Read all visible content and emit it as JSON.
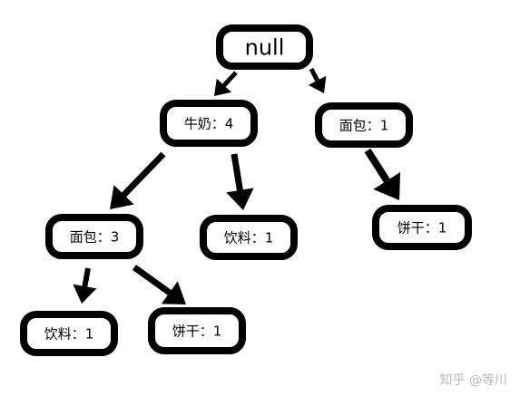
{
  "tree": {
    "nodes": [
      {
        "id": "root",
        "label": "null"
      },
      {
        "id": "milk",
        "label": "牛奶：4"
      },
      {
        "id": "bread-top",
        "label": "面包：1"
      },
      {
        "id": "bread-left",
        "label": "面包：3"
      },
      {
        "id": "drink-mid",
        "label": "饮料：1"
      },
      {
        "id": "biscuit-right",
        "label": "饼干：1"
      },
      {
        "id": "drink-bottom",
        "label": "饮料：1"
      },
      {
        "id": "biscuit-bottom",
        "label": "饼干：1"
      }
    ],
    "edges": [
      {
        "from": "root",
        "to": "milk"
      },
      {
        "from": "root",
        "to": "bread-top"
      },
      {
        "from": "milk",
        "to": "bread-left"
      },
      {
        "from": "milk",
        "to": "drink-mid"
      },
      {
        "from": "bread-top",
        "to": "biscuit-right"
      },
      {
        "from": "bread-left",
        "to": "drink-bottom"
      },
      {
        "from": "bread-left",
        "to": "biscuit-bottom"
      }
    ]
  },
  "watermark": "知乎 @等川"
}
